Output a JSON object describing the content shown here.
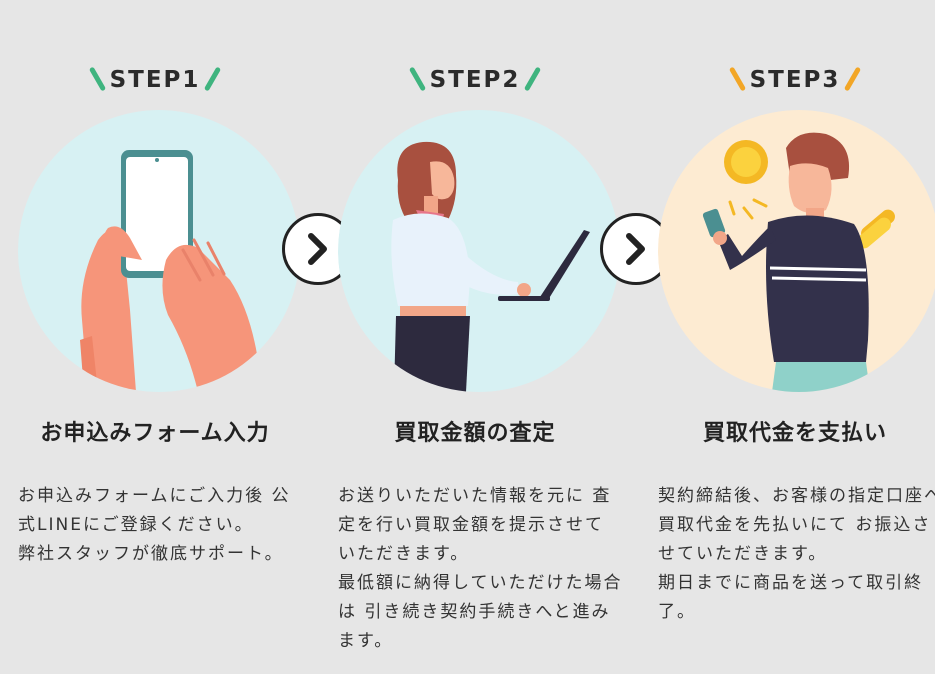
{
  "colors": {
    "background": "#e6e6e6",
    "circle_light_blue": "#d7f1f3",
    "circle_cream": "#fdebd2",
    "slash_green": "#3fb47f",
    "slash_orange": "#f2a626"
  },
  "steps": [
    {
      "label": "STEP1",
      "title": "お申込みフォーム入力",
      "desc": "お申込みフォームにご入力後 公式LINEにご登録ください。\n弊社スタッフが徹底サポート。",
      "illustration": "hands-holding-smartphone"
    },
    {
      "label": "STEP2",
      "title": "買取金額の査定",
      "desc": "お送りいただいた情報を元に 査定を行い買取金額を提示させて いただきます。\n最低額に納得していただけた場合は 引き続き契約手続きへと進みます。",
      "illustration": "woman-with-laptop"
    },
    {
      "label": "STEP3",
      "title": "買取代金を支払い",
      "desc": "契約締結後、お客様の指定口座へ 買取代金を先払いにて お振込させていただきます。\n期日までに商品を送って取引終了。",
      "illustration": "man-with-phone-and-coins"
    }
  ],
  "arrows": [
    "chevron-right-icon",
    "chevron-right-icon"
  ]
}
